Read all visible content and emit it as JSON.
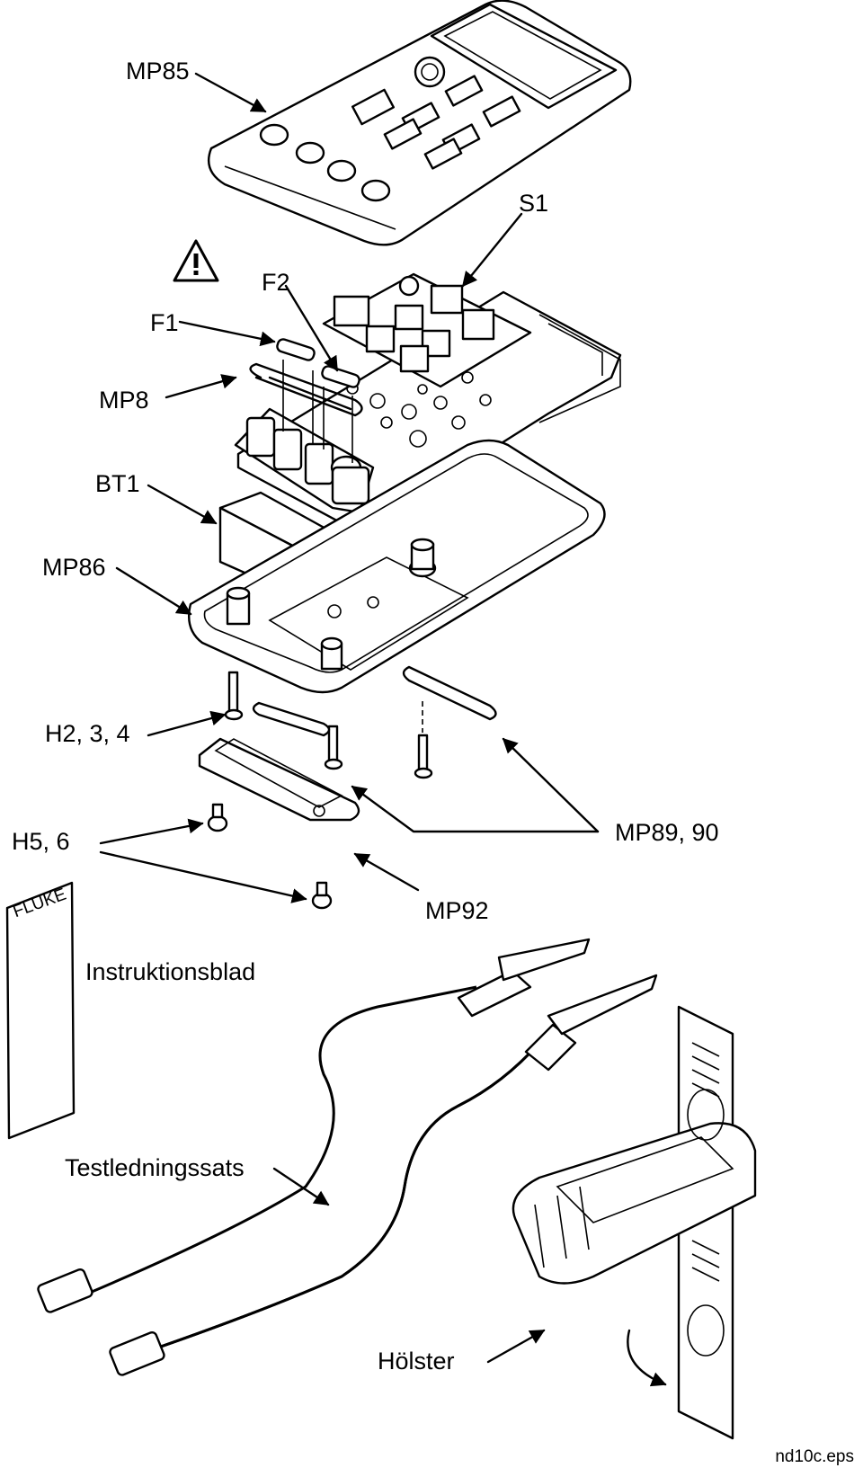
{
  "labels": {
    "mp85": "MP85",
    "s1": "S1",
    "f2": "F2",
    "f1": "F1",
    "mp8": "MP8",
    "bt1": "BT1",
    "mp86": "MP86",
    "h234": "H2, 3, 4",
    "mp8990": "MP89, 90",
    "h56": "H5, 6",
    "mp92": "MP92",
    "instr": "Instruktionsblad",
    "leads": "Testledningssats",
    "holster": "Hölster",
    "sheet_logo": "FLUKE"
  },
  "filename": "nd10c.eps",
  "icons": [
    "warning-triangle-icon",
    "arrow-icon"
  ]
}
